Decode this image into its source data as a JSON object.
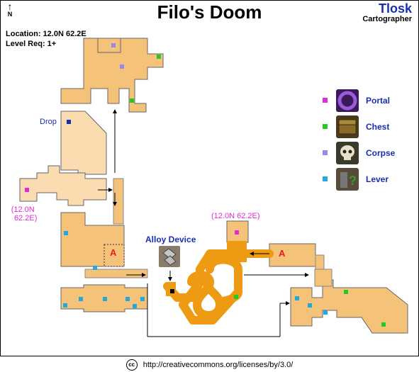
{
  "title": "Filo's Doom",
  "north_label": "N",
  "author": {
    "name": "Tlosk",
    "role": "Cartographer"
  },
  "info": {
    "location": "Location: 12.0N 62.2E",
    "level": "Level Req: 1+"
  },
  "labels": {
    "drop": "Drop",
    "coord_left_line1": "(12.0N",
    "coord_left_line2": "62.2E)",
    "coord_right": "(12.0N 62.2E)",
    "alloy_device": "Alloy Device",
    "marker_a": "A"
  },
  "legend": [
    {
      "label": "Portal",
      "color": "#e02bd8",
      "icon": "portal-ring-icon"
    },
    {
      "label": "Chest",
      "color": "#22cc22",
      "icon": "chest-icon"
    },
    {
      "label": "Corpse",
      "color": "#9988ee",
      "icon": "skull-icon"
    },
    {
      "label": "Lever",
      "color": "#22aadd",
      "icon": "lever-icon"
    }
  ],
  "colors": {
    "room": "#f5c27a",
    "room_light": "#fbdcb0",
    "tunnel": "#ee9a12",
    "outline": "#666666"
  },
  "footer": {
    "license": "http://creativecommons.org/licenses/by/3.0/",
    "cc": "cc"
  }
}
